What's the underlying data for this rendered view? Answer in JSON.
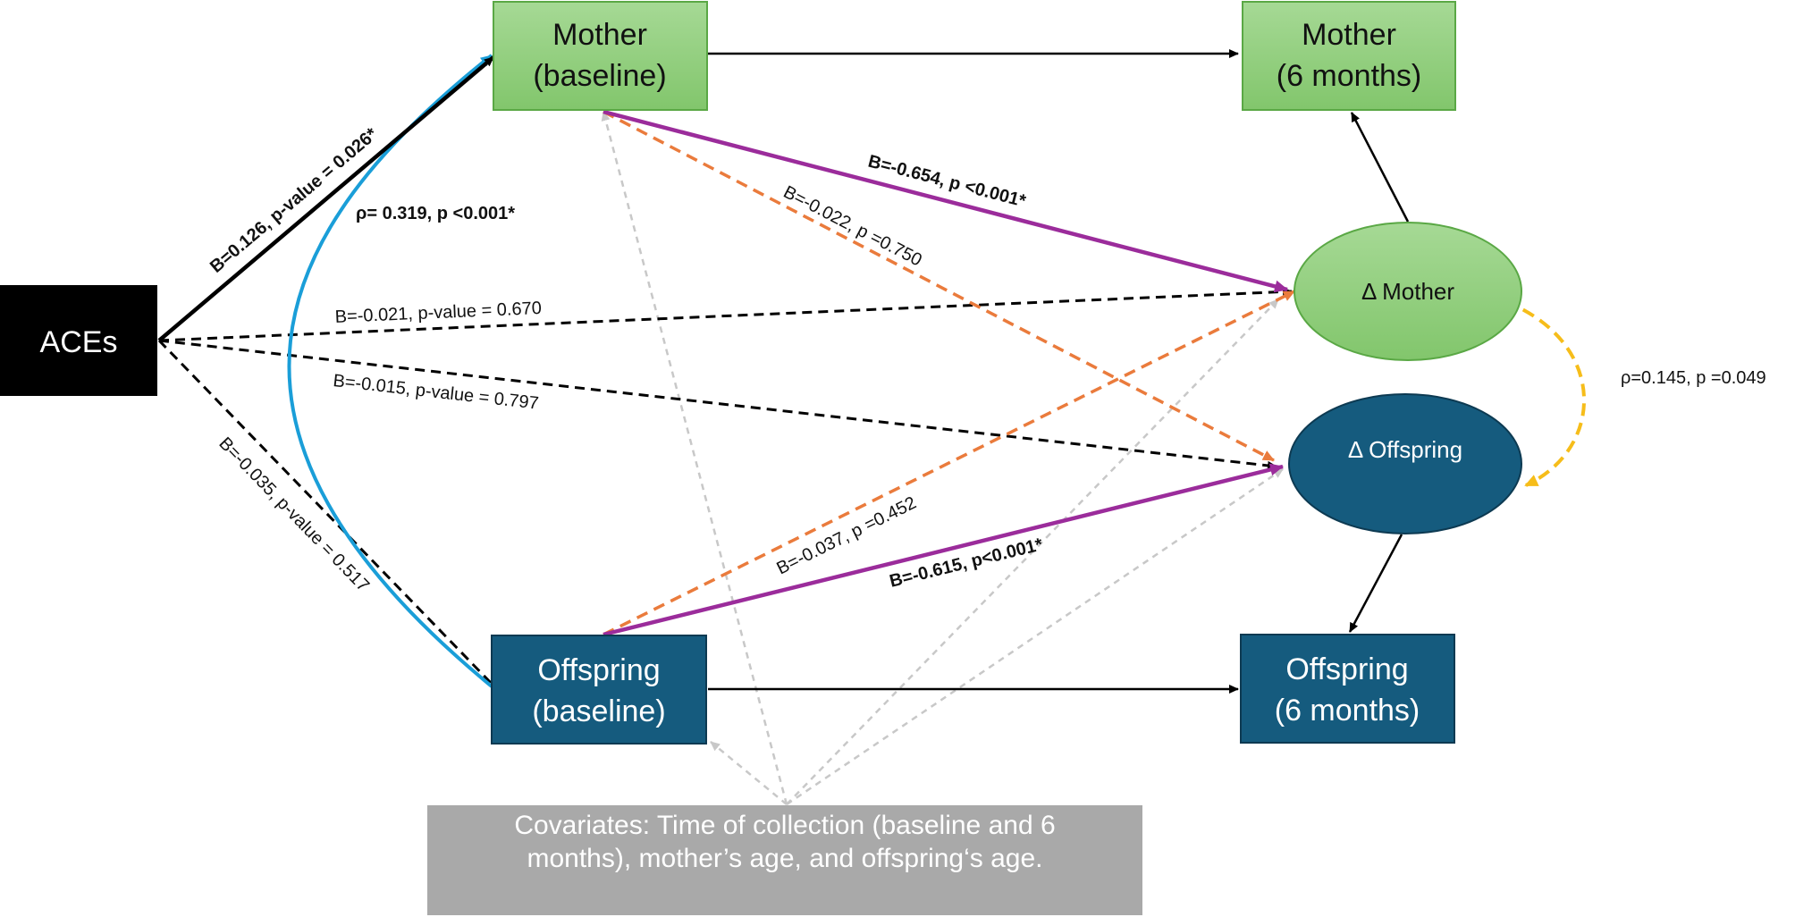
{
  "nodes": {
    "aces": "ACEs",
    "mother_baseline": [
      "Mother",
      "(baseline)"
    ],
    "mother_6m": [
      "Mother",
      "(6 months)"
    ],
    "delta_mother": "Δ Mother",
    "delta_offspring": "Δ Offspring",
    "offspring_baseline": [
      "Offspring",
      "(baseline)"
    ],
    "offspring_6m": [
      "Offspring",
      "(6 months)"
    ],
    "covariates": [
      "Covariates: Time of collection (baseline and 6",
      "months), mother’s age, and offspring‘s age."
    ]
  },
  "edge_labels": {
    "aces_mother": "B=0.126, p-value = 0.026*",
    "rho_mo_off": "ρ= 0.319, p <0.001*",
    "mother_dmother": "B=-0.654, p <0.001*",
    "mother_doffspring": "B=-0.022, p =0.750",
    "aces_dmother": "B=-0.021, p-value = 0.670",
    "aces_doffspring": "B=-0.015, p-value = 0.797",
    "aces_offspring": "B=-0.035, p-value = 0.517",
    "offspring_dmother": "B=-0.037, p =0.452",
    "offspring_doffspring": "B=-0.615, p<0.001*",
    "rho_deltas": "ρ=0.145, p =0.049"
  },
  "colors": {
    "green_fill": "#8fce7a",
    "green_stroke": "#5aa845",
    "blue_fill": "#155b7e",
    "purple": "#9b2c9b",
    "orange": "#ea7b3c",
    "cyan": "#1a9ed8",
    "yellow": "#f6bd1a",
    "gray_arrow": "#c8c8c8",
    "gray_box": "#a9a9a9",
    "black": "#000000"
  }
}
